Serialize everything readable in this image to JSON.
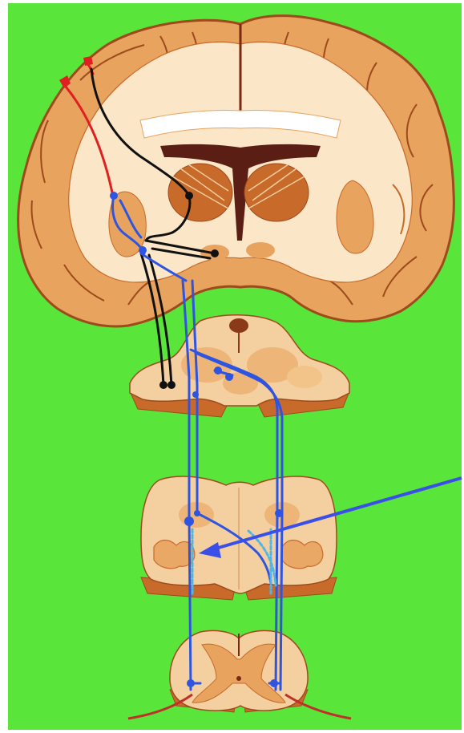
{
  "colors": {
    "background": "#5ae53a",
    "frame": "#ffffff",
    "tissue_light": "#f4cfa0",
    "tissue_mid": "#e8a35e",
    "tissue_dark": "#c86a2a",
    "cortex_edge": "#9e4a1c",
    "white_matter": "#fbe6c8",
    "ventricle": "#5a1e14",
    "pathway_blue": "#2f55e0",
    "pathway_light_blue": "#4fb6e8",
    "pathway_black": "#111111",
    "pathway_red": "#e02020",
    "arrow": "#3a4fe8"
  },
  "structures": [
    "brain-coronal-section",
    "midbrain-section",
    "medulla-section",
    "spinal-cord-section"
  ],
  "pathways": [
    "corticospinal-red",
    "cortical-black",
    "basal-ganglia-blue",
    "descending-blue",
    "crossing-light-blue"
  ],
  "annotation": {
    "arrow_icon": "pointer-arrow"
  }
}
